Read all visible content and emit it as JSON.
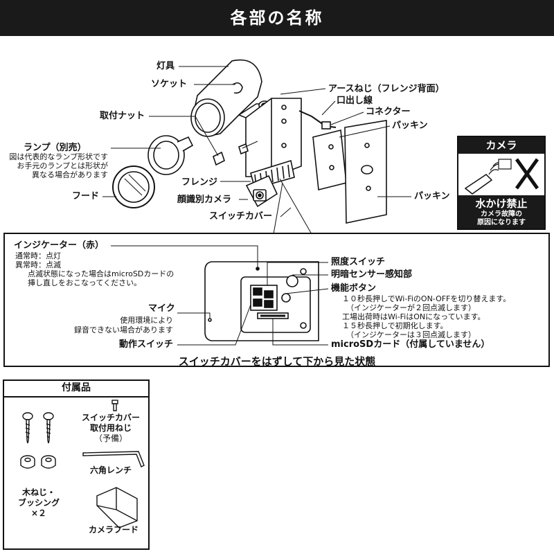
{
  "header": {
    "title": "各部の名称"
  },
  "main_labels": {
    "lighting": "灯具",
    "socket": "ソケット",
    "mount_nut": "取付ナット",
    "lamp": "ランプ（別売）",
    "lamp_note": [
      "図は代表的なランプ形状です",
      "お手元のランプとは形状が",
      "異なる場合があります"
    ],
    "hood": "フード",
    "flange": "フレンジ",
    "face_camera": "顔識別カメラ",
    "switch_cover": "スイッチカバー",
    "earth_screw": "アースねじ（フレンジ背面）",
    "lead_wire": "口出し線",
    "connector": "コネクター",
    "packing_top": "パッキン",
    "packing_bottom": "パッキン"
  },
  "warning": {
    "top": "カメラ",
    "main": "水かけ禁止",
    "sub": [
      "カメラ故障の",
      "原因になります"
    ]
  },
  "detail": {
    "indicator": "インジケーター（赤）",
    "indicator_notes": [
      "通常時：点灯",
      "異常時：点滅",
      "点滅状態になった場合はmicroSDカードの",
      "挿し直しをおこなってください。"
    ],
    "illum_switch": "照度スイッチ",
    "light_sensor": "明暗センサー感知部",
    "function_button": "機能ボタン",
    "function_notes": [
      "１０秒長押しでWi-FiのON-OFFを切り替えます。",
      "（インジケーターが２回点滅します）",
      "工場出荷時はWi-FiはONになっています。",
      "１５秒長押しで初期化します。",
      "（インジケーターは３回点滅します）"
    ],
    "mic": "マイク",
    "mic_notes": [
      "使用環境により",
      "録音できない場合があります"
    ],
    "operation_switch": "動作スイッチ",
    "microsd": "microSDカード（付属していません）",
    "caption": "スイッチカバーをはずして下から見た状態"
  },
  "accessories": {
    "title": "付属品",
    "switch_screw": [
      "スイッチカバー",
      "取付用ねじ",
      "（予備）"
    ],
    "hex_wrench": "六角レンチ",
    "wood_screw": [
      "木ねじ・",
      "ブッシング",
      "×２"
    ],
    "camera_hood": "カメラフード"
  }
}
